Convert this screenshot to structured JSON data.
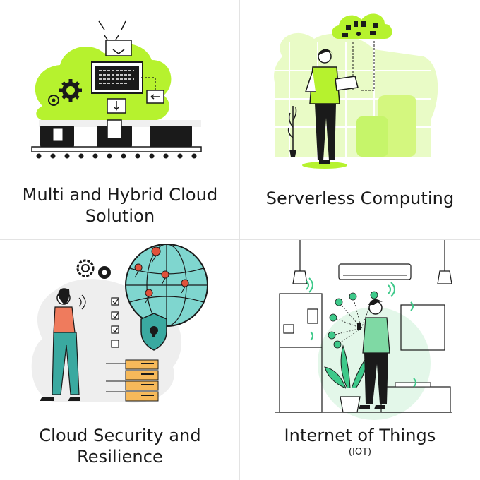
{
  "panels": [
    {
      "title_line1": "Multi and Hybrid Cloud",
      "title_line2": "Solution",
      "accent": "#b6f22e"
    },
    {
      "title_line1": "Serverless Computing",
      "accent": "#c6f56a"
    },
    {
      "title_line1": "Cloud Security and",
      "title_line2": "Resilience",
      "accent": "#3aa9a0"
    },
    {
      "title_line1": "Internet of Things",
      "subtitle": "(IOT)",
      "accent": "#7fd9a4"
    }
  ],
  "icons": [
    "gear-icon",
    "document-icon",
    "laptop-icon",
    "cloud-icon",
    "mail-icon",
    "music-icon",
    "location-icon",
    "globe-icon",
    "shield-lock-icon",
    "wifi-icon",
    "server-icon",
    "checkbox-icon",
    "lamp-icon",
    "smartphone-icon"
  ]
}
